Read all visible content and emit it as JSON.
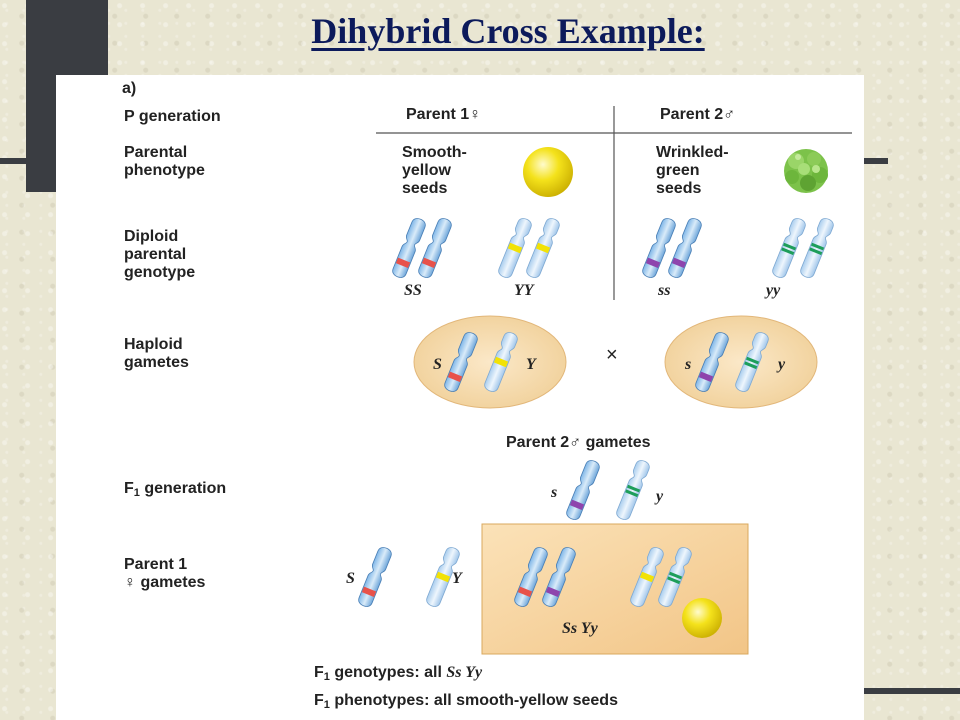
{
  "slide": {
    "title": "Dihybrid Cross Example:",
    "colors": {
      "background": "#e9e6d2",
      "title": "#0c1a5b",
      "decor": "#3a3d42"
    }
  },
  "diagram": {
    "panel_label": "a)",
    "row_labels": {
      "p_generation": "P generation",
      "parental_phenotype": "Parental\nphenotype",
      "diploid_genotype": "Diploid\nparental\ngenotype",
      "haploid_gametes": "Haploid\ngametes",
      "f1_generation_prefix": "F",
      "f1_generation_suffix": " generation",
      "parent1_gametes_line1": "Parent 1",
      "parent1_gametes_line2": "♀ gametes"
    },
    "parents": {
      "parent1_header": "Parent 1♀",
      "parent2_header": "Parent 2♂",
      "parent1_phenotype": "Smooth-\nyellow\nseeds",
      "parent2_phenotype": "Wrinkled-\ngreen\nseeds"
    },
    "genotypes": {
      "parent1_s": "SS",
      "parent1_y": "YY",
      "parent2_s": "ss",
      "parent2_y": "yy"
    },
    "gamete_alleles": {
      "p1_s": "S",
      "p1_y": "Y",
      "p2_s": "s",
      "p2_y": "y",
      "cross": "×"
    },
    "f1": {
      "parent2_gametes_header": "Parent 2♂ gametes",
      "p2_s": "s",
      "p2_y": "y",
      "p1_s": "S",
      "p1_y": "Y",
      "offspring_genotype": "Ss Yy",
      "genotypes_prefix": "F",
      "genotypes_text": " genotypes: all ",
      "genotypes_value": "Ss Yy",
      "phenotypes_prefix": "F",
      "phenotypes_text": " phenotypes: all smooth-yellow seeds",
      "subscript": "1"
    },
    "colors": {
      "chromosome": "#5b9bd5",
      "allele_S": "#e8524a",
      "allele_s": "#8e44ad",
      "allele_Y": "#f2e205",
      "allele_y": "#1e9e5a",
      "yellow_seed": "#f2df1a",
      "green_seed": "#7cc24a",
      "gamete_circle": "#f3d6a6",
      "offspring_box": "#f6cf95"
    }
  }
}
